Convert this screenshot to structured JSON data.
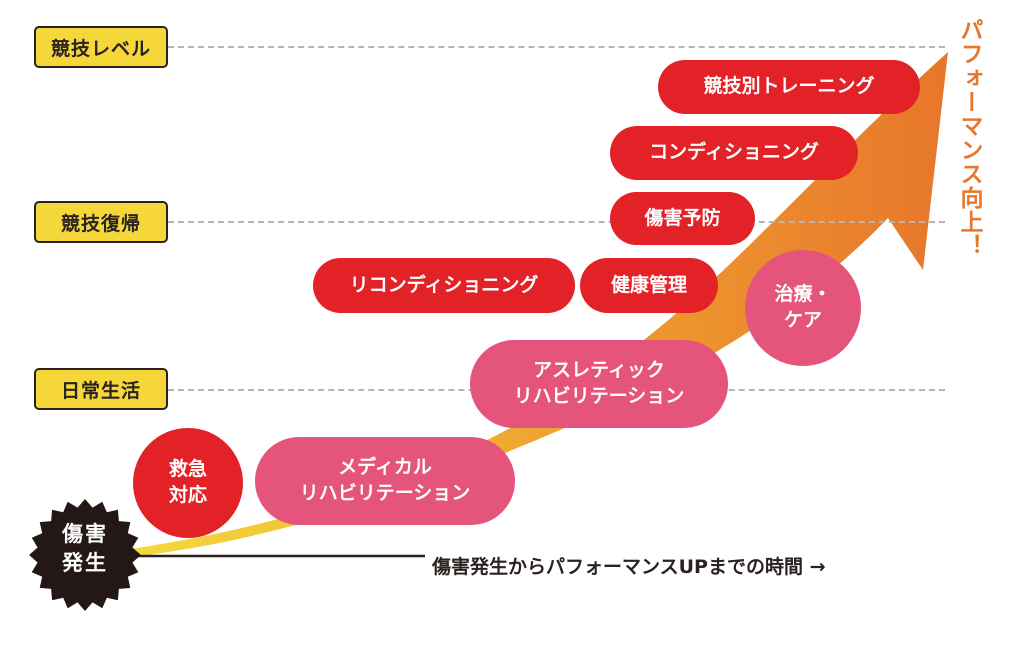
{
  "levels": {
    "competition_level": "競技レベル",
    "return_to_competition": "競技復帰",
    "daily_life": "日常生活"
  },
  "start": "傷害発生\n",
  "start_lines": [
    "傷害",
    "発生"
  ],
  "time_axis_label": "傷害発生からパフォーマンスUPまでの時間 →",
  "performance_label": "パフォーマンス向上！",
  "stages": {
    "emergency": "救急\n対応",
    "medical_rehab": "メディカル\nリハビリテーション",
    "athletic_rehab": "アスレティック\nリハビリテーション",
    "treatment_care": "治療・\nケア",
    "reconditioning": "リコンディショニング",
    "health_management": "健康管理",
    "injury_prevention": "傷害予防",
    "conditioning": "コンディショニング",
    "sport_specific_training": "競技別トレーニング"
  },
  "colors": {
    "red": "#e32228",
    "pink": "#e5547a",
    "yellow": "#f5d73a",
    "orange": "#e8762c",
    "dark": "#2a2220"
  }
}
